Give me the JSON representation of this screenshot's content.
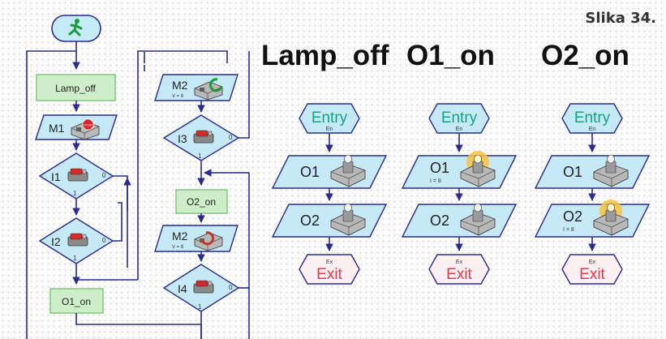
{
  "caption": "Slika 34.",
  "main_program": {
    "col1": {
      "lamp_off": "Lamp_off",
      "m1": "M1",
      "m1_stop": "STOP",
      "i1": "I1",
      "i2": "I2",
      "o1_on": "O1_on",
      "branch_yes": "1",
      "branch_no": "0"
    },
    "col2": {
      "m2_top": "M2",
      "m2_top_v": "V = 8",
      "i3": "I3",
      "o2_on": "O2_on",
      "m2_bottom": "M2",
      "m2_bottom_v": "V = 8",
      "i4": "I4",
      "branch_yes": "1",
      "branch_no": "0"
    }
  },
  "subprograms": [
    {
      "title": "Lamp_off",
      "entry": "Entry",
      "entry_sub": "En",
      "row1_label": "O1",
      "row1_sub": "",
      "row1_lamp_on": false,
      "row2_label": "O2",
      "row2_sub": "",
      "row2_lamp_on": false,
      "exit_sup": "Ex",
      "exit": "Exit"
    },
    {
      "title": "O1_on",
      "entry": "Entry",
      "entry_sub": "En",
      "row1_label": "O1",
      "row1_sub": "I = 8",
      "row1_lamp_on": true,
      "row2_label": "O2",
      "row2_sub": "",
      "row2_lamp_on": false,
      "exit_sup": "Ex",
      "exit": "Exit"
    },
    {
      "title": "O2_on",
      "entry": "Entry",
      "entry_sub": "En",
      "row1_label": "O1",
      "row1_sub": "",
      "row1_lamp_on": false,
      "row2_label": "O2",
      "row2_sub": "I = 8",
      "row2_lamp_on": true,
      "exit_sup": "Ex",
      "exit": "Exit"
    }
  ],
  "colors": {
    "flow_line": "#2b2b8c",
    "start_fill": "#c5ecf6",
    "subprogram_box_fill": "#cdeec8",
    "subprogram_box_border": "#7cc27a",
    "io_fill": "#c5e9f6",
    "entry_text": "#15a37c",
    "exit_text": "#e03a4a",
    "exit_fill": "#fdf0f2"
  }
}
